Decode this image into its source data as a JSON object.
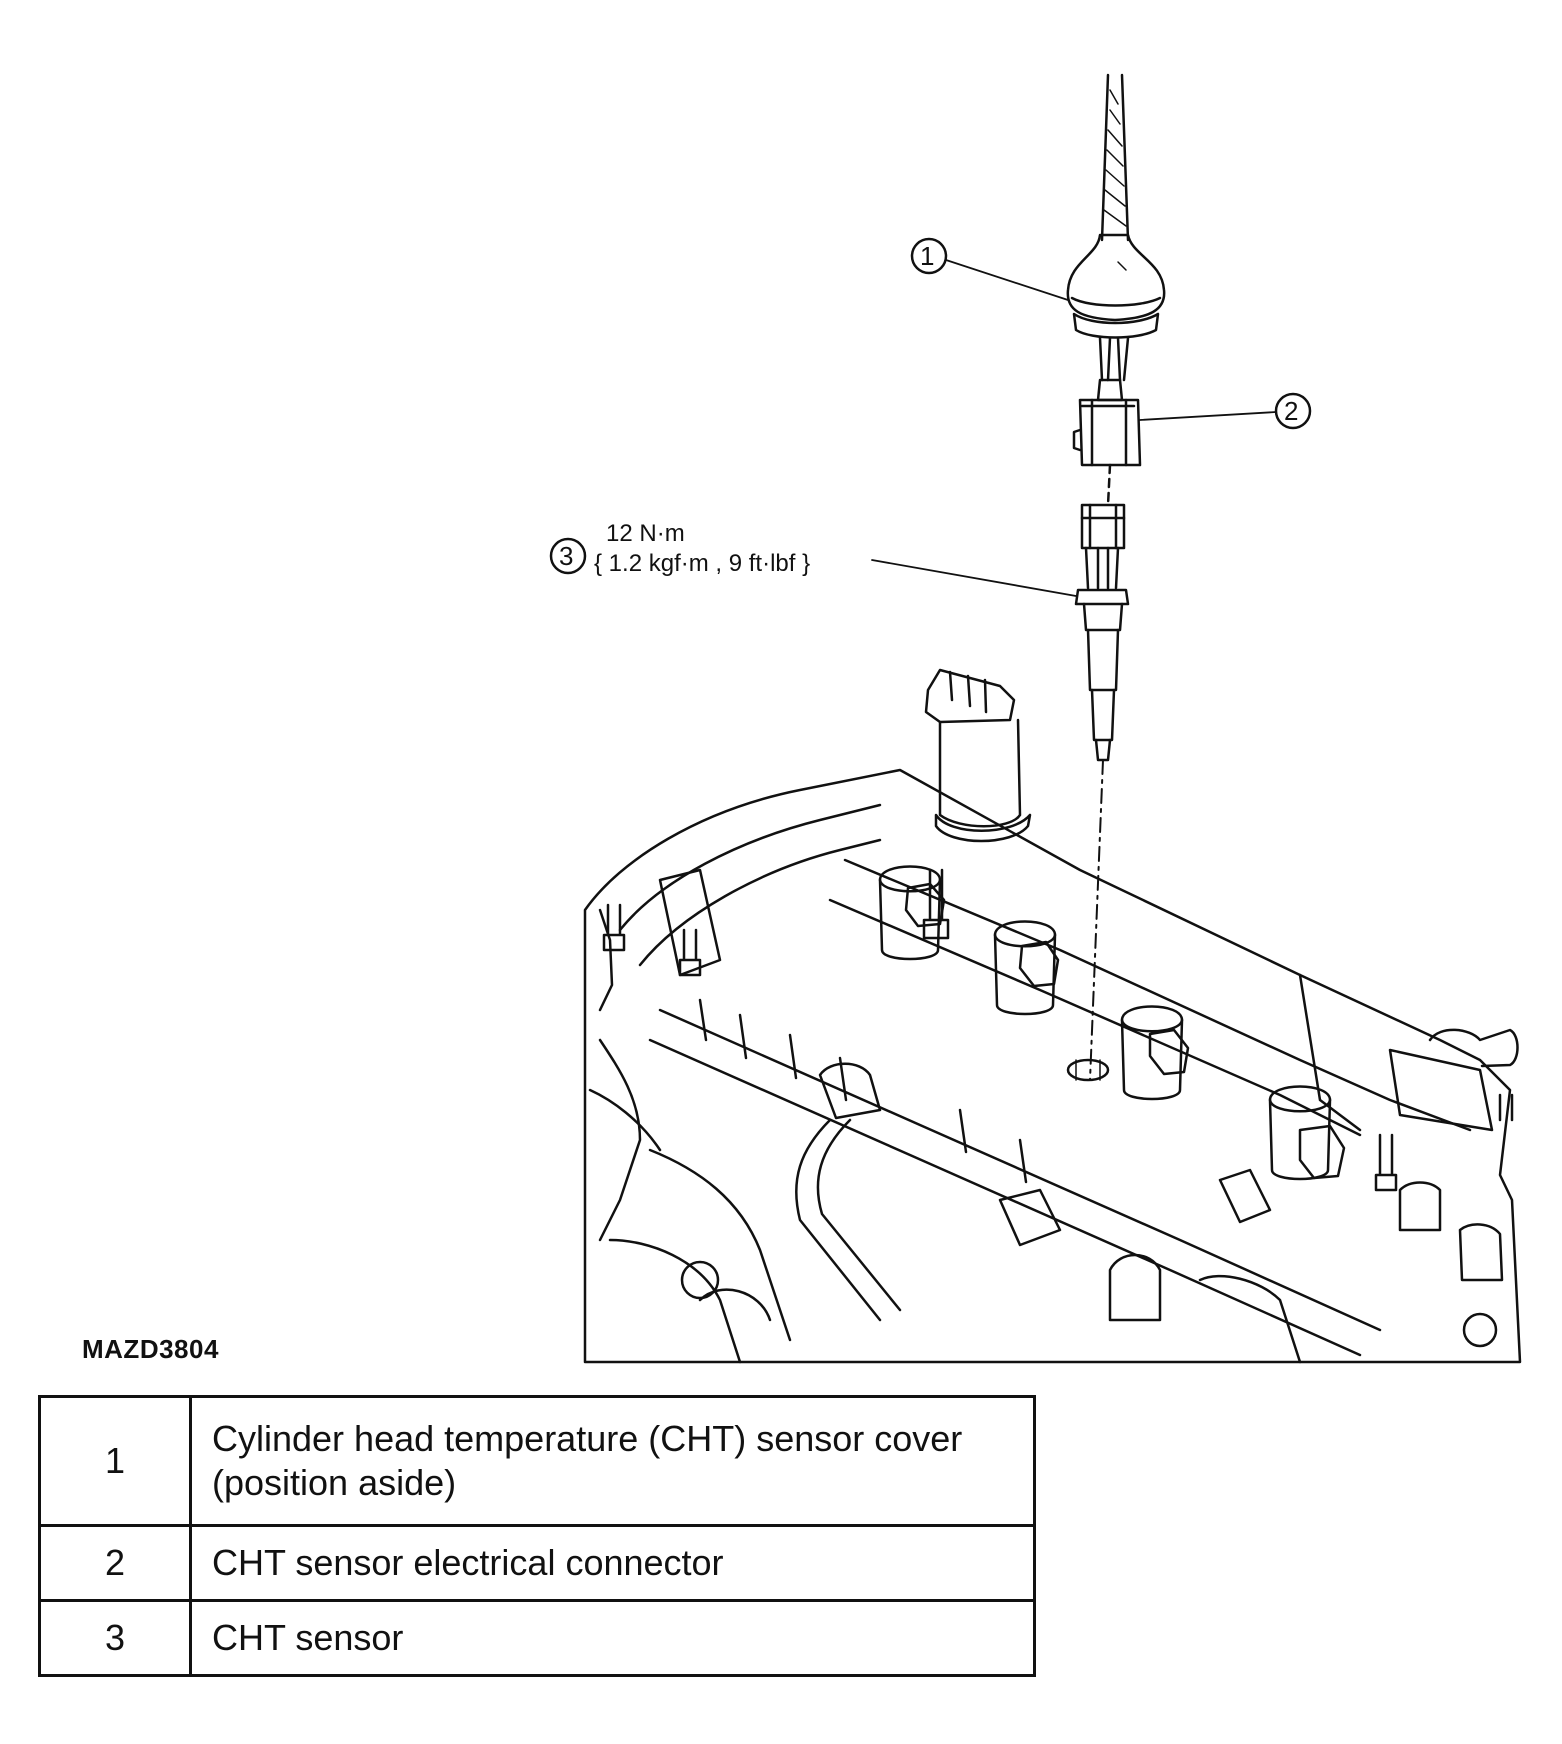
{
  "callouts": [
    {
      "number": "1"
    },
    {
      "number": "2"
    },
    {
      "number": "3",
      "torque_line1": "12 N·m",
      "torque_line2": "{ 1.2 kgf·m , 9 ft·lbf }"
    }
  ],
  "figure_code": "MAZD3804",
  "legend": [
    {
      "number": "1",
      "description": "Cylinder head temperature (CHT) sensor cover (position aside)"
    },
    {
      "number": "2",
      "description": "CHT sensor electrical connector"
    },
    {
      "number": "3",
      "description": "CHT sensor"
    }
  ],
  "colors": {
    "line": "#111111",
    "background": "#ffffff"
  }
}
